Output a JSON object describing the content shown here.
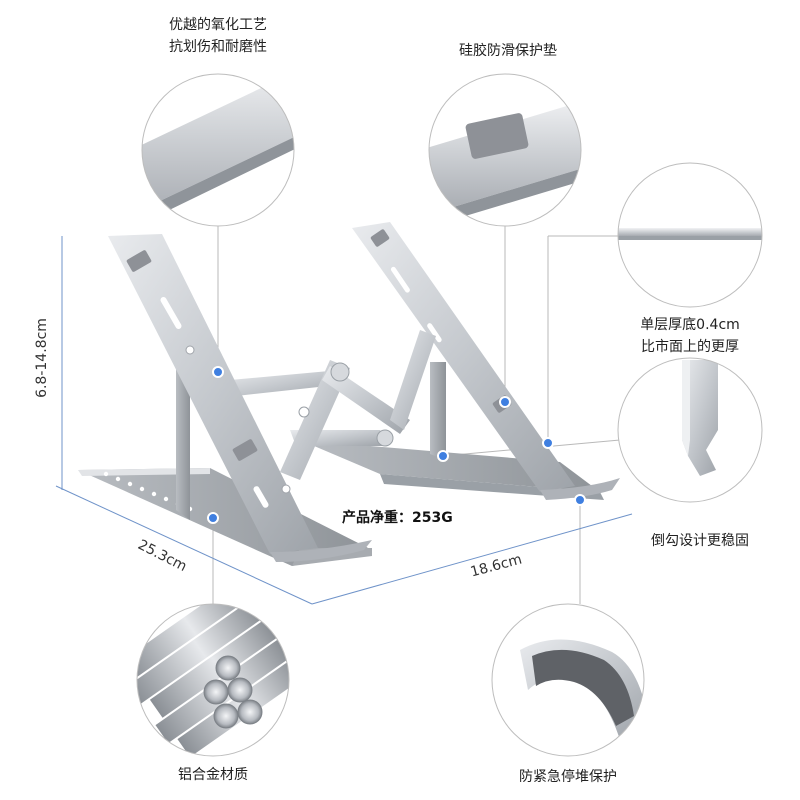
{
  "callouts": {
    "anodized": {
      "line1": "优越的氧化工艺",
      "line2": "抗划伤和耐磨性"
    },
    "silicone_pad": {
      "text": "硅胶防滑保护垫"
    },
    "thickness": {
      "line1": "单层厚底0.4cm",
      "line2": "比市面上的更厚"
    },
    "hook": {
      "text": "倒勾设计更稳固"
    },
    "alloy": {
      "text": "铝合金材质"
    },
    "anti_slip": {
      "text": "防紧急停堆保护"
    }
  },
  "dimensions": {
    "height": "6.8-14.8cm",
    "width": "25.3cm",
    "depth": "18.6cm"
  },
  "product": {
    "weight": "产品净重：253G"
  },
  "colors": {
    "dimension_line": "#6f93c9",
    "leader_line": "#b9b9b9",
    "marker_dot": "#3f7fe0",
    "aluminum": "#c9ccd1",
    "pad": "#8e9197"
  }
}
